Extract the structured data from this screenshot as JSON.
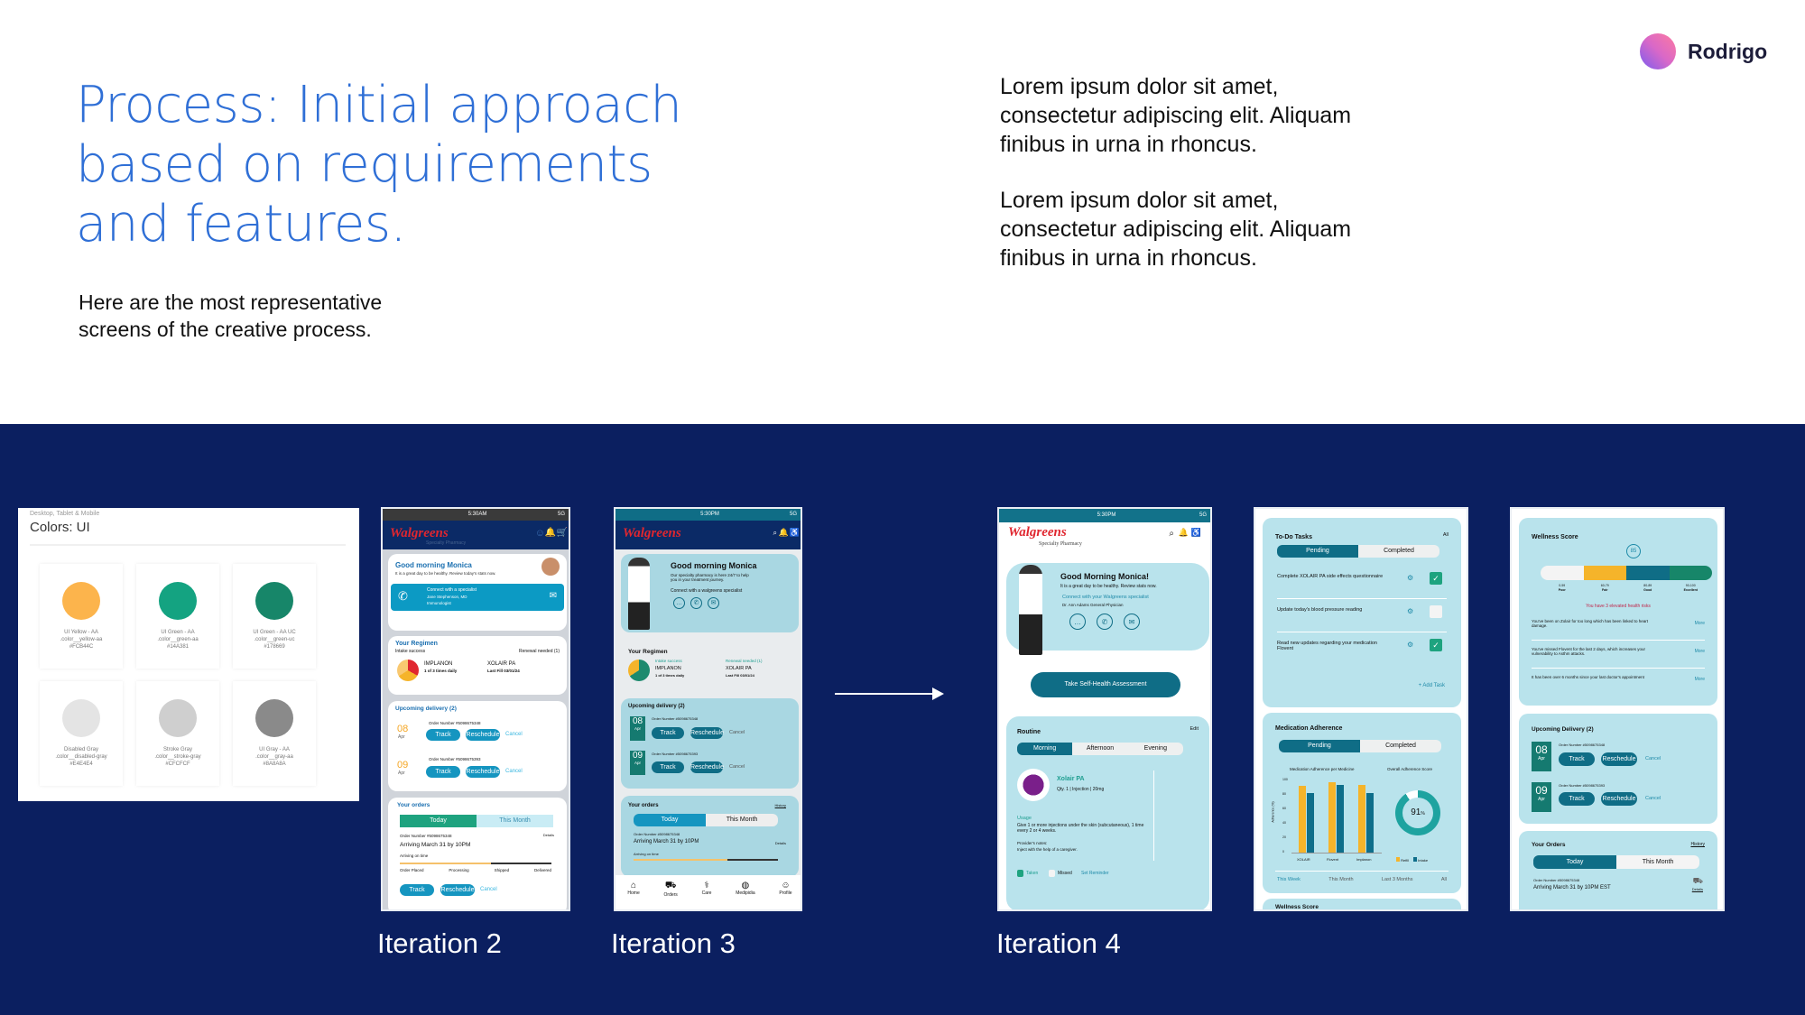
{
  "header": {
    "title": "Process: Initial approach based on requirements and features.",
    "subtitle": "Here are the most representative screens of the creative process.",
    "paragraphs": [
      "Lorem ipsum dolor sit amet, consectetur adipiscing elit. Aliquam finibus in urna in rhoncus.",
      "Lorem ipsum dolor sit amet, consectetur adipiscing elit. Aliquam finibus in urna in rhoncus."
    ],
    "author": "Rodrigo"
  },
  "colors": {
    "accent": "#2f6fd6",
    "band": "#0b1f60"
  },
  "palette": {
    "caption": "Desktop, Tablet & Mobile",
    "title": "Colors: UI",
    "swatches": [
      {
        "name": "UI Yellow - AA",
        "token": ".color__yellow-aa",
        "hex": "#FCB44C"
      },
      {
        "name": "UI Green - AA",
        "token": ".color__green-aa",
        "hex": "#14A381"
      },
      {
        "name": "UI Green - AA UC",
        "token": ".color__green-uc",
        "hex": "#178669"
      },
      {
        "name": "Disabled Gray",
        "token": ".color__disabled-gray",
        "hex": "#E4E4E4"
      },
      {
        "name": "Stroke Gray",
        "token": ".color__stroke-gray",
        "hex": "#CFCFCF"
      },
      {
        "name": "UI Gray - AA",
        "token": ".color__gray-aa",
        "hex": "#8A8A8A"
      }
    ]
  },
  "iterations": [
    "Iteration 2",
    "Iteration 3",
    "Iteration 4"
  ],
  "it2": {
    "time": "5:30AM",
    "signal": "5G",
    "brand": "Walgreens",
    "brand_sub": "Specialty Pharmacy",
    "greeting": "Good morning Monica",
    "greeting_sub": "It is a great day to be healthy. Review today's stats now.",
    "connect": "Connect with a specialist",
    "specialist": "Jane Stephenson, MD",
    "specialty": "Immunologist",
    "regimen": "Your Regimen",
    "intake": "Intake success",
    "renewal": "Renewal needed (1)",
    "med1": "IMPLANON",
    "med1_sub": "1 of 3 times daily",
    "med2": "XOLAIR PA",
    "med2_sub": "Last Fill 03/01/24",
    "delivery": "Upcoming delivery (2)",
    "d1_day": "08",
    "d1_mon": "Apr",
    "d1_order": "Order Number #5098675348",
    "d2_day": "09",
    "d2_mon": "Apr",
    "d2_order": "Order Number #5098675393",
    "track": "Track",
    "reschedule": "Reschedule",
    "cancel": "Cancel",
    "orders": "Your orders",
    "today": "Today",
    "month": "This Month",
    "order": "Order Number #5098675348",
    "details": "Details",
    "arriving": "Arriving March 31 by 10PM",
    "ontime": "Arriving on time",
    "steps": [
      "Order Placed",
      "Processing",
      "Shipped",
      "Delivered"
    ]
  },
  "it3": {
    "time": "5:30PM",
    "signal": "5G",
    "brand": "Walgreens",
    "greeting": "Good morning Monica",
    "greeting_sub": "Our specialty pharmacy is here 24/7 to help you in your treatment journey.",
    "connect": "Connect with a walgreens specialist",
    "regimen": "Your Regimen",
    "intake": "Intake success",
    "renewal": "Renewal needed (1)",
    "med1": "IMPLANON",
    "med1_sub": "1 of 3 times daily",
    "med2": "XOLAIR PA",
    "med2_sub": "Last Fill 03/01/24",
    "delivery": "Upcoming delivery (2)",
    "d1_day": "08",
    "d1_mon": "Apr",
    "d1_order": "Order Number #5098675348",
    "d2_day": "09",
    "d2_mon": "Apr",
    "d2_order": "Order Number #5098675393",
    "track": "Track",
    "reschedule": "Reschedule",
    "cancel": "Cancel",
    "orders": "Your orders",
    "history": "History",
    "today": "Today",
    "month": "This Month",
    "order": "Order Number #5098675348",
    "arriving": "Arriving March 31 by 10PM",
    "details": "Details",
    "ontime": "Arriving on time",
    "nav": [
      "Home",
      "Orders",
      "Care",
      "Medipidia",
      "Profile"
    ]
  },
  "it4": {
    "time": "5:30PM",
    "signal": "5G",
    "brand": "Walgreens",
    "brand_sub": "Specialty Pharmacy",
    "greeting": "Good Morning Monica!",
    "greeting_sub": "It is a great day to be healthy. Review stats now.",
    "connect": "Connect with your Walgreens specialist",
    "specialist": "Dr. Ann Adams General Physician",
    "assessment": "Take Self-Health Assessment",
    "routine": "Routine",
    "edit": "Edit",
    "tabs": [
      "Morning",
      "Afternoon",
      "Evening"
    ],
    "med": "Xolair PA",
    "med_sub": "Qty. 1 | Injection | 20mg",
    "usage": "Usage",
    "usage_text": "Give 1 or more injections under the skin (subcutaneous), 1 time every 2 or 4 weeks.",
    "notes": "Provider's notes:",
    "notes_text": "Inject with the help of a caregiver.",
    "taken": "Taken",
    "missed": "Missed",
    "reminder": "Set Reminder"
  },
  "it5": {
    "todo": "To-Do Tasks",
    "all": "All",
    "pending": "Pending",
    "completed": "Completed",
    "tasks": [
      {
        "text": "Complete XOLAIR PA side effects questionnaire",
        "done": true
      },
      {
        "text": "Update today's blood pressure reading",
        "done": false
      },
      {
        "text": "Read new updates regarding your medication Flovent",
        "done": true
      }
    ],
    "add": "+ Add Task",
    "adherence": "Medication Adherence",
    "per_med": "Medication Adherence per Medicine",
    "overall": "Overall Adherence Score",
    "score": "91",
    "ylabel": "Adherence (%)",
    "yticks": [
      "100",
      "80",
      "60",
      "40",
      "20",
      "0"
    ],
    "legend": [
      "Refill",
      "Intake"
    ],
    "periods": [
      "This Week",
      "This Month",
      "Last 3 Months",
      "All"
    ],
    "wellness": "Wellness Score"
  },
  "chart_data": {
    "type": "bar",
    "title": "Medication Adherence per Medicine",
    "categories": [
      "XOLAIR",
      "Flovent",
      "Implanon"
    ],
    "series": [
      {
        "name": "Refill",
        "color": "#f5b42a",
        "values": [
          92,
          97,
          94
        ]
      },
      {
        "name": "Intake",
        "color": "#0e6e8a",
        "values": [
          83,
          94,
          83
        ]
      }
    ],
    "ylabel": "Adherence (%)",
    "ylim": [
      0,
      100
    ]
  },
  "it6": {
    "wellness": "Wellness Score",
    "score": "85",
    "ranges": [
      {
        "r": "0-59",
        "l": "Poor"
      },
      {
        "r": "60-79",
        "l": "Fair"
      },
      {
        "r": "80-89",
        "l": "Good"
      },
      {
        "r": "90-100",
        "l": "Excellent"
      }
    ],
    "risks": "You have 3 elevated health risks",
    "items": [
      "You've been on Zolair for too long which has been linked to heart damage.",
      "You've missed Flovent for the last 2 days, which increases your vulnerability to Asthm attacks.",
      "It has been over 6 months since your last doctor's appointment"
    ],
    "more": "More",
    "delivery": "Upcoming Delivery (2)",
    "d1_day": "08",
    "d1_mon": "Apr",
    "d1_order": "Order Number #5098675348",
    "d2_day": "09",
    "d2_mon": "Apr",
    "d2_order": "Order Number #5098675393",
    "track": "Track",
    "reschedule": "Reschedule",
    "cancel": "Cancel",
    "orders": "Your Orders",
    "history": "History",
    "today": "Today",
    "month": "This Month",
    "order": "Order Number #5098675348",
    "arriving": "Arriving March 31 by 10PM EST",
    "details": "Details"
  }
}
